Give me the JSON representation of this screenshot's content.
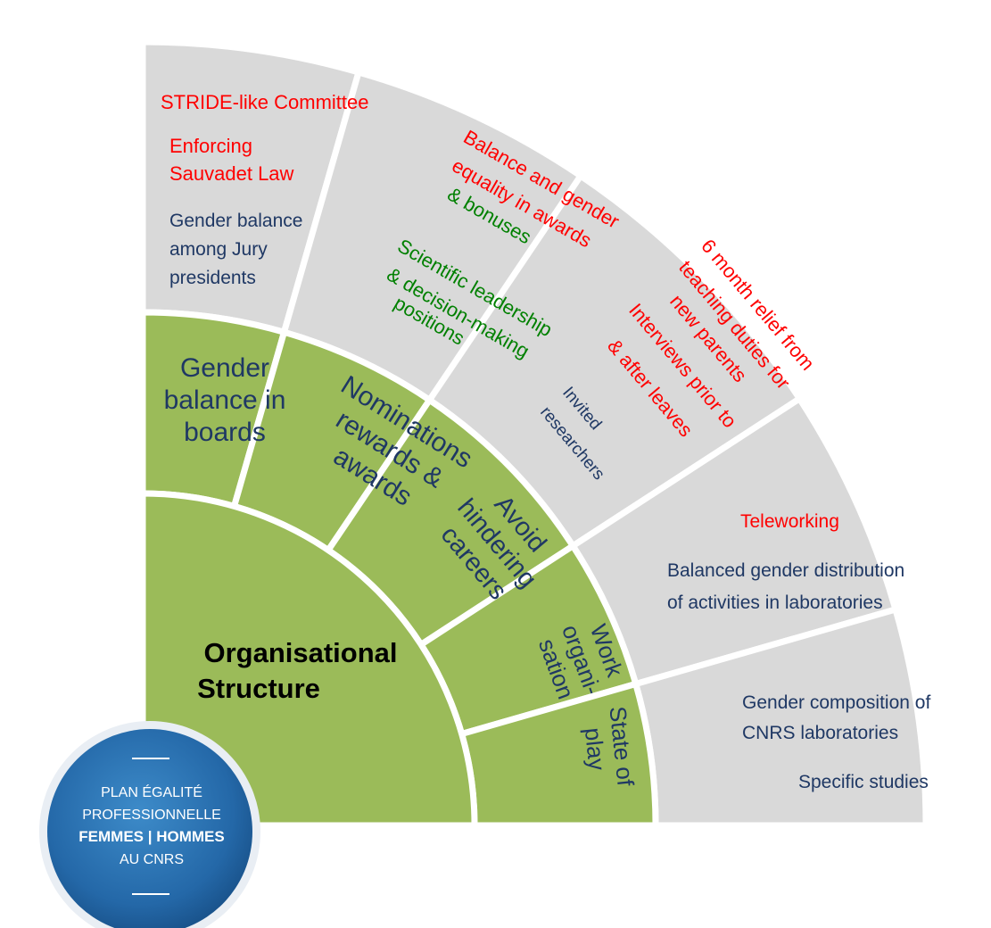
{
  "colors": {
    "green": "#9bbb59",
    "grey": "#d9d9d9",
    "navy": "#1f3864",
    "red": "#ff0000",
    "darkgreen": "#008000",
    "black": "#000000",
    "badge_blue": "#2a72b0"
  },
  "core": {
    "line1": "Organisational",
    "line2": "Structure"
  },
  "sectors": [
    {
      "key": "boards",
      "label": [
        "Gender",
        "balance in",
        "boards"
      ],
      "items": [
        {
          "text": "STRIDE-like Committee",
          "color": "red"
        },
        {
          "text": "Enforcing",
          "color": "red"
        },
        {
          "text": "Sauvadet Law",
          "color": "red"
        },
        {
          "text": "Gender balance",
          "color": "navy"
        },
        {
          "text": "among Jury",
          "color": "navy"
        },
        {
          "text": "presidents",
          "color": "navy"
        }
      ]
    },
    {
      "key": "nominations",
      "label": [
        "Nominations",
        "rewards &",
        "awards"
      ],
      "items": [
        {
          "text": "Balance and gender",
          "color": "red"
        },
        {
          "text": "equality in awards",
          "color": "red"
        },
        {
          "text": "& bonuses",
          "color": "darkgreen"
        },
        {
          "text": "Scientific leadership",
          "color": "darkgreen"
        },
        {
          "text": "& decision-making",
          "color": "darkgreen"
        },
        {
          "text": "positions",
          "color": "darkgreen"
        }
      ]
    },
    {
      "key": "careers",
      "label": [
        "Avoid",
        "hindering",
        "careers"
      ],
      "items": [
        {
          "text": "6 month relief from",
          "color": "red"
        },
        {
          "text": "teaching duties for",
          "color": "red"
        },
        {
          "text": "new parents",
          "color": "red"
        },
        {
          "text": "Interviews prior to",
          "color": "red"
        },
        {
          "text": "& after leaves",
          "color": "red"
        },
        {
          "text": "Invited",
          "color": "navy"
        },
        {
          "text": "researchers",
          "color": "navy"
        }
      ]
    },
    {
      "key": "work",
      "label": [
        "Work",
        "organi-",
        "sation"
      ],
      "items": [
        {
          "text": "Teleworking",
          "color": "red"
        },
        {
          "text": "Balanced gender distribution",
          "color": "navy"
        },
        {
          "text": "of activities in laboratories",
          "color": "navy"
        }
      ]
    },
    {
      "key": "state",
      "label": [
        "State of",
        "play"
      ],
      "items": [
        {
          "text": "Gender composition of",
          "color": "navy"
        },
        {
          "text": "CNRS laboratories",
          "color": "navy"
        },
        {
          "text": "Specific studies",
          "color": "navy"
        }
      ]
    }
  ],
  "badge": {
    "line1": "PLAN ÉGALITÉ",
    "line2": "PROFESSIONNELLE",
    "line3": "FEMMES | HOMMES",
    "line4": "AU CNRS"
  }
}
